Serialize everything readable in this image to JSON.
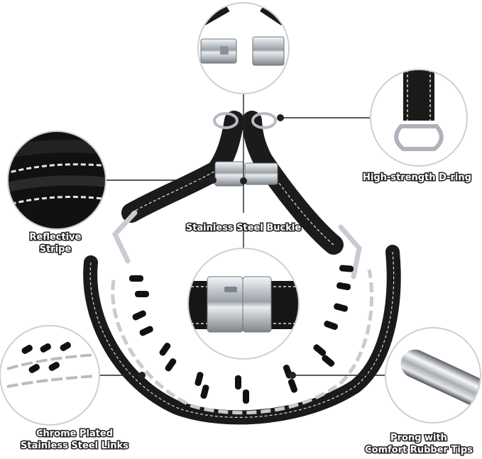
{
  "labels": {
    "d_ring": "High-strength D-ring",
    "reflective_line1": "Reflective",
    "reflective_line2": "Stripe",
    "buckle": "Stainless Steel Buckle",
    "links_line1": "Chrome Plated",
    "links_line2": "Stainless Steel Links",
    "prong_line1": "Prong with",
    "prong_line2": "Comfort Rubber Tips"
  },
  "colors": {
    "background": "#ffffff",
    "nylon": "#1a1a1a",
    "stripe": "#d8d8d8",
    "chrome": "#c8ccd2",
    "rubber": "#111111",
    "callout_line": "#222222",
    "circle_border": "#cfcfcf"
  }
}
